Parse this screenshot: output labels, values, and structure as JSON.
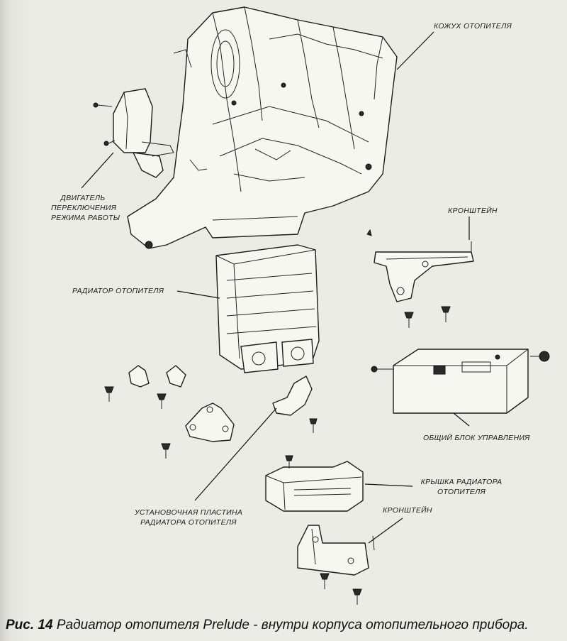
{
  "labels": {
    "heater_casing": "КОЖУХ ОТОПИТЕЛЯ",
    "mode_motor_1": "ДВИГАТЕЛЬ",
    "mode_motor_2": "ПЕРЕКЛЮЧЕНИЯ",
    "mode_motor_3": "РЕЖИМА РАБОТЫ",
    "bracket_top": "КРОНШТЕЙН",
    "heater_core": "РАДИАТОР ОТОПИТЕЛЯ",
    "control_unit": "ОБЩИЙ БЛОК УПРАВЛЕНИЯ",
    "core_cover_1": "КРЫШКА РАДИАТОРА",
    "core_cover_2": "ОТОПИТЕЛЯ",
    "bracket_bottom": "КРОНШТЕЙН",
    "mount_plate_1": "УСТАНОВОЧНАЯ ПЛАСТИНА",
    "mount_plate_2": "РАДИАТОРА ОТОПИТЕЛЯ"
  },
  "caption": {
    "prefix": "Рис. 14",
    "text": " Радиатор отопителя Prelude - внутри корпуса отопительного прибора."
  }
}
